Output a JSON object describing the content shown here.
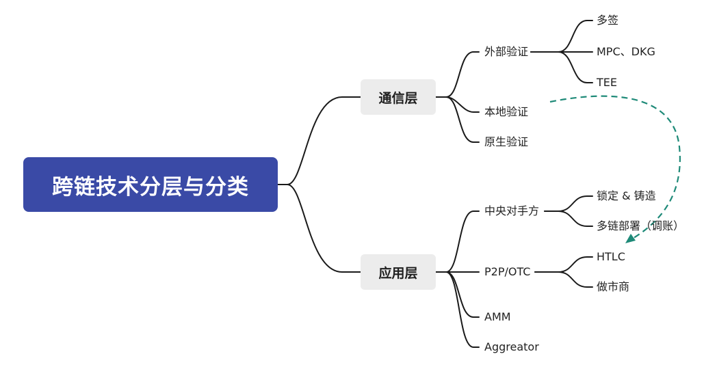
{
  "root": {
    "title": "跨链技术分层与分类"
  },
  "categories": [
    {
      "label": "通信层",
      "children": [
        {
          "label": "外部验证",
          "children": [
            "多签",
            "MPC、DKG",
            "TEE"
          ]
        },
        {
          "label": "本地验证",
          "children": []
        },
        {
          "label": "原生验证",
          "children": []
        }
      ]
    },
    {
      "label": "应用层",
      "children": [
        {
          "label": "中央对手方",
          "children": [
            "锁定 & 铸造",
            "多链部署（调账）"
          ]
        },
        {
          "label": "P2P/OTC",
          "children": [
            "HTLC",
            "做市商"
          ]
        },
        {
          "label": "AMM",
          "children": []
        },
        {
          "label": "Aggreator",
          "children": []
        }
      ]
    }
  ],
  "colors": {
    "root_bg": "#3a4aa6",
    "category_bg": "#ececec",
    "edge": "#1a1a1a",
    "relation_arrow": "#1e8a78"
  },
  "relation": {
    "from": "本地验证",
    "to": "多链部署（调账）",
    "style": "dashed-arrow"
  }
}
